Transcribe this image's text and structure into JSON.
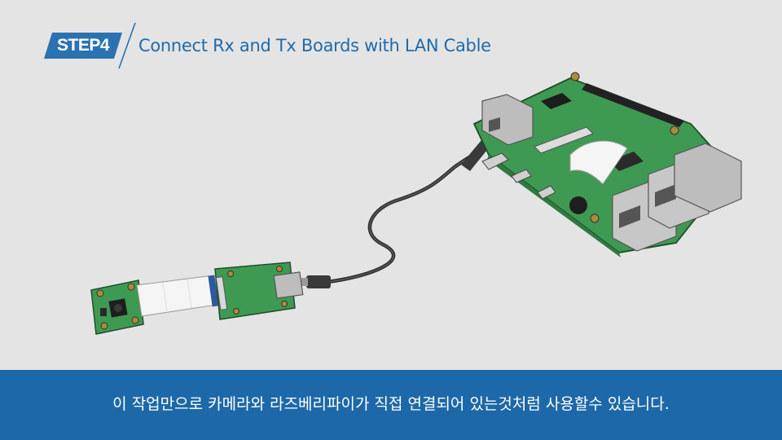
{
  "header": {
    "step_label": "STEP4",
    "title": "Connect Rx and Tx Boards with LAN Cable"
  },
  "subtitle": {
    "text": "이 작업만으로 카메라와 라즈베리파이가 직접 연결되어 있는것처럼 사용할수 있습니다."
  },
  "colors": {
    "background": "#e4e4e4",
    "accent_blue": "#1f6bab",
    "subtitle_bar": "#1d68a8",
    "pcb_green": "#3e9a52",
    "cable": "#2e2e2e"
  }
}
